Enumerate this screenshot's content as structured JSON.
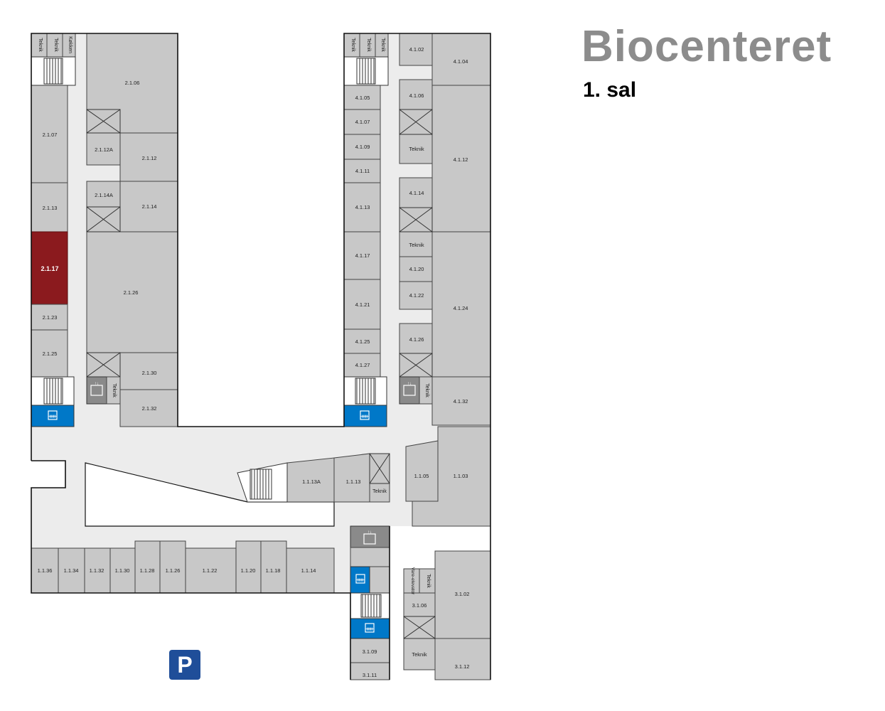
{
  "header": {
    "title": "Biocenteret",
    "floor": "1. sal"
  },
  "parking": {
    "label": "P"
  },
  "colors": {
    "room": "#c8c8c8",
    "corridor": "#ececec",
    "outline": "#111111",
    "highlight": "#8b1a1e",
    "elevator_blue": "#0078c8",
    "parking": "#1f4e99"
  },
  "rooms": {
    "r2102": "2.1.06",
    "r2107": "2.1.07",
    "r2112a": "2.1.12A",
    "r2112": "2.1.12",
    "r2113": "2.1.13",
    "r2114a": "2.1.14A",
    "r2114": "2.1.14",
    "r2117": "2.1.17",
    "r2123": "2.1.23",
    "r2125": "2.1.25",
    "r2126": "2.1.26",
    "r2130": "2.1.30",
    "r2132": "2.1.32",
    "r4102": "4.1.02",
    "r4104": "4.1.04",
    "r4105": "4.1.05",
    "r4106": "4.1.06",
    "r4107": "4.1.07",
    "r4109": "4.1.09",
    "r4111": "4.1.11",
    "r4112": "4.1.12",
    "r4113": "4.1.13",
    "r4114": "4.1.14",
    "r4117": "4.1.17",
    "r4120": "4.1.20",
    "r4121": "4.1.21",
    "r4122": "4.1.22",
    "r4124": "4.1.24",
    "r4125": "4.1.25",
    "r4126": "4.1.26",
    "r4127": "4.1.27",
    "r4132": "4.1.32",
    "r1103": "1.1.03",
    "r1105": "1.1.05",
    "r1113a": "1.1.13A",
    "r1113": "1.1.13",
    "r1136": "1.1.36",
    "r1134": "1.1.34",
    "r1132": "1.1.32",
    "r1130": "1.1.30",
    "r1128": "1.1.28",
    "r1126": "1.1.26",
    "r1122": "1.1.22",
    "r1120": "1.1.20",
    "r1118": "1.1.18",
    "r1114": "1.1.14",
    "r3102": "3.1.02",
    "r3106": "3.1.06",
    "r3109": "3.1.09",
    "r3111": "3.1.11",
    "r3112": "3.1.12",
    "teknik": "Teknik",
    "kokken": "Køkken",
    "vareelevator": "Vare-elevator"
  }
}
